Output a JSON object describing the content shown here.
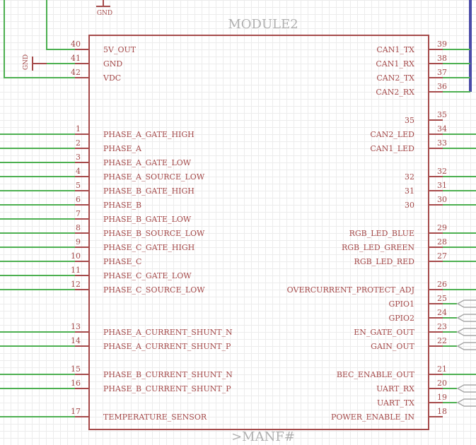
{
  "component": {
    "name": "MODULE2",
    "value": ">MANF#"
  },
  "colors": {
    "body": "#a54a4a",
    "wire": "#4caf50",
    "bus": "#4a4aa8",
    "grid": "#ececec",
    "label_gray": "#b0b0b0",
    "net_flag": "#a8a8a8"
  },
  "power_symbols": [
    {
      "label": "GND",
      "orientation": "up"
    },
    {
      "label": "GND",
      "orientation": "left"
    }
  ],
  "left_pins": [
    {
      "num": "40",
      "name": "5V_OUT",
      "wired": true
    },
    {
      "num": "41",
      "name": "GND",
      "wired": true
    },
    {
      "num": "42",
      "name": "VDC",
      "wired": true
    },
    {
      "num": "1",
      "name": "PHASE_A_GATE_HIGH",
      "wired": true
    },
    {
      "num": "2",
      "name": "PHASE_A",
      "wired": true
    },
    {
      "num": "3",
      "name": "PHASE_A_GATE_LOW",
      "wired": true
    },
    {
      "num": "4",
      "name": "PHASE_A_SOURCE_LOW",
      "wired": true
    },
    {
      "num": "5",
      "name": "PHASE_B_GATE_HIGH",
      "wired": true
    },
    {
      "num": "6",
      "name": "PHASE_B",
      "wired": true
    },
    {
      "num": "7",
      "name": "PHASE_B_GATE_LOW",
      "wired": true
    },
    {
      "num": "8",
      "name": "PHASE_B_SOURCE_LOW",
      "wired": true
    },
    {
      "num": "9",
      "name": "PHASE_C_GATE_HIGH",
      "wired": true
    },
    {
      "num": "10",
      "name": "PHASE_C",
      "wired": true
    },
    {
      "num": "11",
      "name": "PHASE_C_GATE_LOW",
      "wired": true
    },
    {
      "num": "12",
      "name": "PHASE_C_SOURCE_LOW",
      "wired": true
    },
    {
      "num": "13",
      "name": "PHASE_A_CURRENT_SHUNT_N",
      "wired": true
    },
    {
      "num": "14",
      "name": "PHASE_A_CURRENT_SHUNT_P",
      "wired": true
    },
    {
      "num": "15",
      "name": "PHASE_B_CURRENT_SHUNT_N",
      "wired": true
    },
    {
      "num": "16",
      "name": "PHASE_B_CURRENT_SHUNT_P",
      "wired": true
    },
    {
      "num": "17",
      "name": "TEMPERATURE_SENSOR",
      "wired": true
    }
  ],
  "right_pins": [
    {
      "num": "39",
      "name": "CAN1_TX",
      "wired": true,
      "flag": false
    },
    {
      "num": "38",
      "name": "CAN1_RX",
      "wired": true,
      "flag": false
    },
    {
      "num": "37",
      "name": "CAN2_TX",
      "wired": true,
      "flag": false
    },
    {
      "num": "36",
      "name": "CAN2_RX",
      "wired": true,
      "flag": false
    },
    {
      "num": "35",
      "name": "35",
      "wired": false,
      "flag": false
    },
    {
      "num": "34",
      "name": "CAN2_LED",
      "wired": true,
      "flag": false
    },
    {
      "num": "33",
      "name": "CAN1_LED",
      "wired": true,
      "flag": false
    },
    {
      "num": "32",
      "name": "32",
      "wired": true,
      "flag": false
    },
    {
      "num": "31",
      "name": "31",
      "wired": true,
      "flag": false
    },
    {
      "num": "30",
      "name": "30",
      "wired": true,
      "flag": false
    },
    {
      "num": "29",
      "name": "RGB_LED_BLUE",
      "wired": true,
      "flag": false
    },
    {
      "num": "28",
      "name": "RGB_LED_GREEN",
      "wired": true,
      "flag": false
    },
    {
      "num": "27",
      "name": "RGB_LED_RED",
      "wired": true,
      "flag": false
    },
    {
      "num": "26",
      "name": "OVERCURRENT_PROTECT_ADJ",
      "wired": true,
      "flag": false
    },
    {
      "num": "25",
      "name": "GPIO1",
      "wired": true,
      "flag": true
    },
    {
      "num": "24",
      "name": "GPIO2",
      "wired": true,
      "flag": true
    },
    {
      "num": "23",
      "name": "EN_GATE_OUT",
      "wired": true,
      "flag": true
    },
    {
      "num": "22",
      "name": "GAIN_OUT",
      "wired": true,
      "flag": true
    },
    {
      "num": "21",
      "name": "BEC_ENABLE_OUT",
      "wired": true,
      "flag": false
    },
    {
      "num": "20",
      "name": "UART_RX",
      "wired": true,
      "flag": true
    },
    {
      "num": "19",
      "name": "UART_TX",
      "wired": true,
      "flag": true
    },
    {
      "num": "18",
      "name": "POWER_ENABLE_IN",
      "wired": false,
      "flag": false
    }
  ]
}
